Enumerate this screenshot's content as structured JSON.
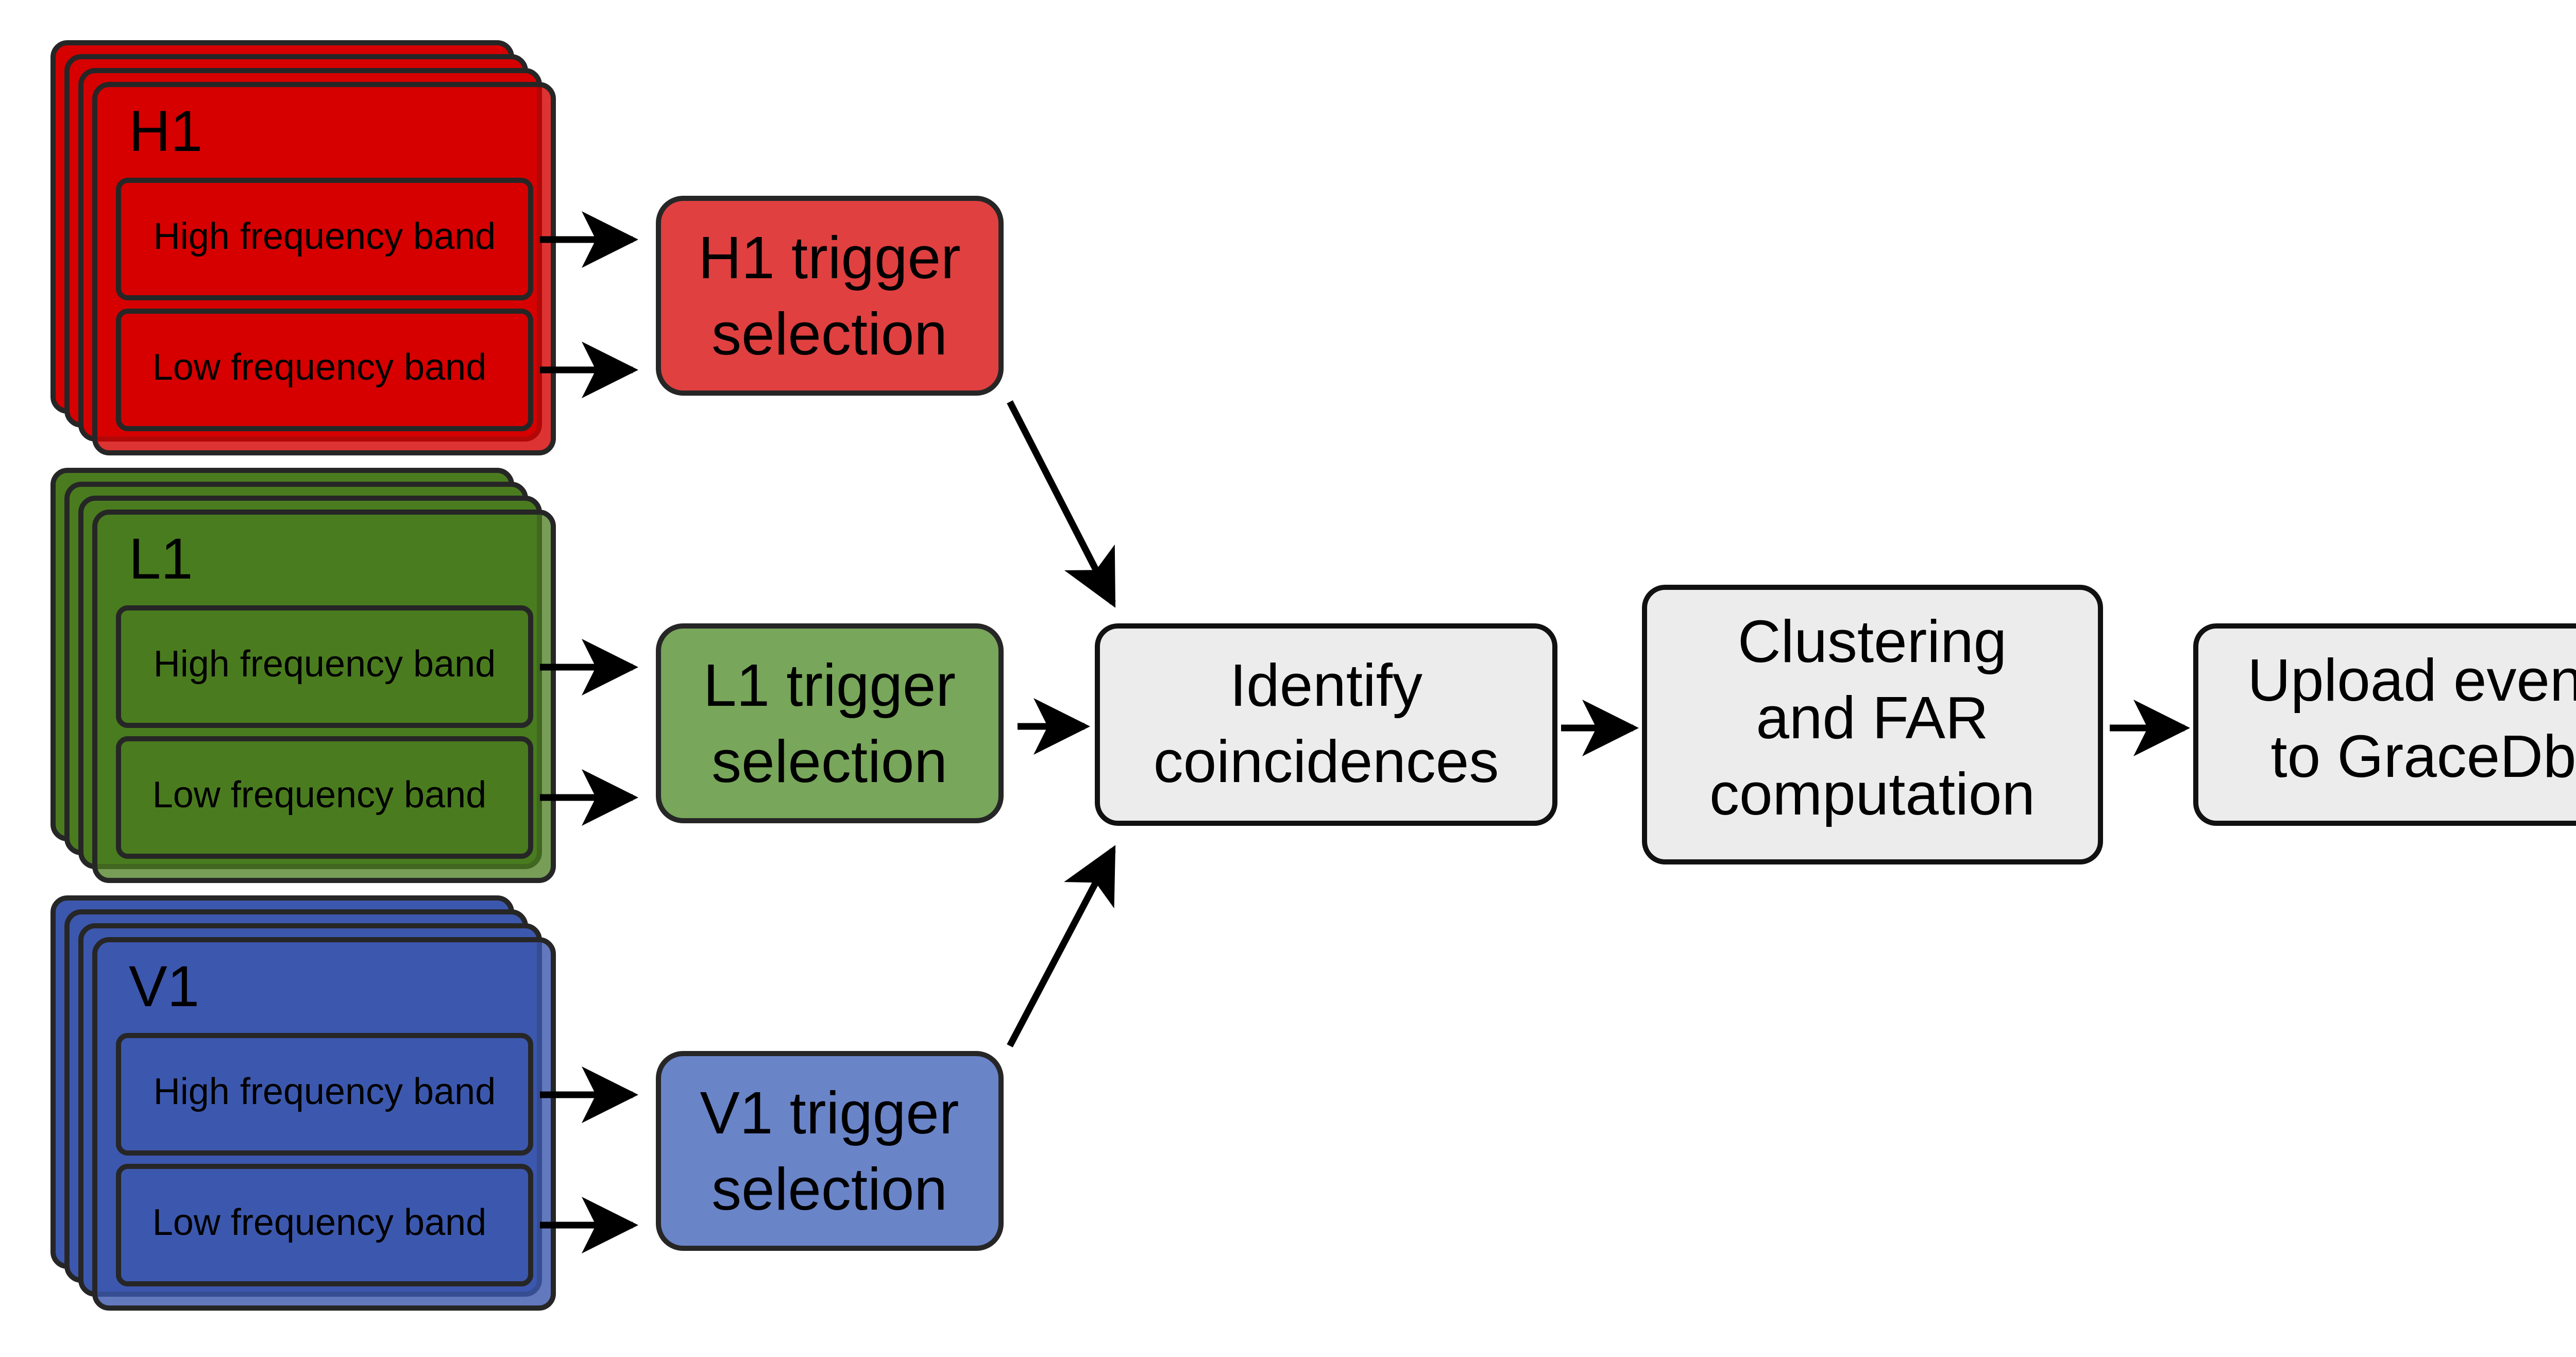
{
  "colors": {
    "h1_detector": "#d60000",
    "h1_trigger": "#e04040",
    "l1_detector": "#4a7c1f",
    "l1_trigger": "#78a65a",
    "v1_detector": "#3c58ae",
    "v1_trigger": "#6a84c8",
    "process_box": "#ececec",
    "stroke": "#262626",
    "arrow": "#000000"
  },
  "detectors": [
    {
      "id": "h1",
      "label": "H1",
      "bands": [
        "High frequency band",
        "Low frequency band"
      ],
      "trigger": [
        "H1 trigger",
        "selection"
      ]
    },
    {
      "id": "l1",
      "label": "L1",
      "bands": [
        "High frequency band",
        "Low frequency band"
      ],
      "trigger": [
        "L1 trigger",
        "selection"
      ]
    },
    {
      "id": "v1",
      "label": "V1",
      "bands": [
        "High frequency band",
        "Low frequency band"
      ],
      "trigger": [
        "V1 trigger",
        "selection"
      ]
    }
  ],
  "pipeline": [
    {
      "id": "coincidence",
      "lines": [
        "Identify",
        "coincidences"
      ]
    },
    {
      "id": "clustering",
      "lines": [
        "Clustering",
        "and FAR",
        "computation"
      ]
    },
    {
      "id": "upload",
      "lines": [
        "Upload event",
        "to GraceDb"
      ]
    }
  ]
}
